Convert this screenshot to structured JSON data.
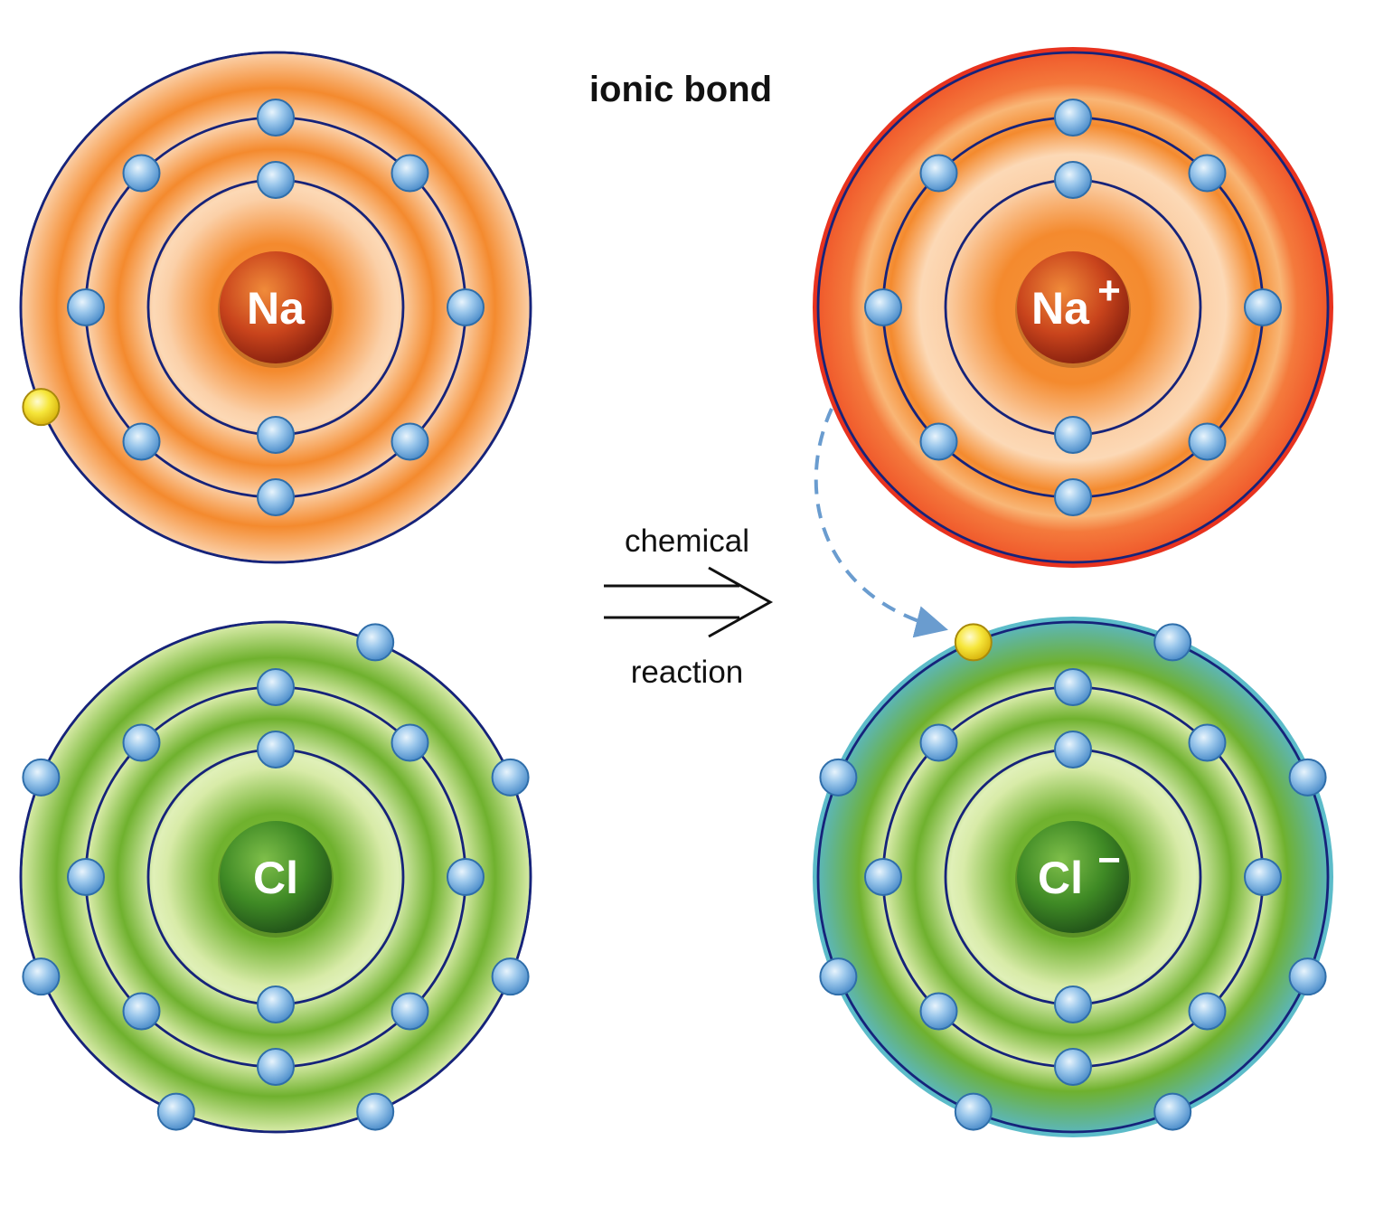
{
  "title": "ionic bond",
  "arrow": {
    "top_label": "chemical",
    "bottom_label": "reaction"
  },
  "atoms": [
    {
      "id": "na-atom",
      "symbol": "Na",
      "charge": "",
      "shells": [
        2,
        8,
        1
      ],
      "theme": "orange",
      "outer": "none"
    },
    {
      "id": "cl-atom",
      "symbol": "Cl",
      "charge": "",
      "shells": [
        2,
        8,
        7
      ],
      "theme": "green",
      "outer": "none"
    },
    {
      "id": "na-ion",
      "symbol": "Na",
      "charge": "+",
      "shells": [
        2,
        8
      ],
      "theme": "orange",
      "outer": "red"
    },
    {
      "id": "cl-ion",
      "symbol": "Cl",
      "charge": "−",
      "shells": [
        2,
        8,
        8
      ],
      "theme": "green",
      "outer": "teal"
    }
  ],
  "colors": {
    "orange_light": "#fbd0a8",
    "orange_mid": "#f7973e",
    "orange_dark": "#f48a2e",
    "green_light": "#d8eba8",
    "green_mid": "#8ec63f",
    "green_dark": "#6fb12e",
    "orbit": "#16237a",
    "electron": "#8cc0e8",
    "transferred_electron": "#f5e23a",
    "ion_ring_red": "#e8331f",
    "ion_ring_teal": "#5cbcc9",
    "transfer_path": "#6a9ccf"
  }
}
